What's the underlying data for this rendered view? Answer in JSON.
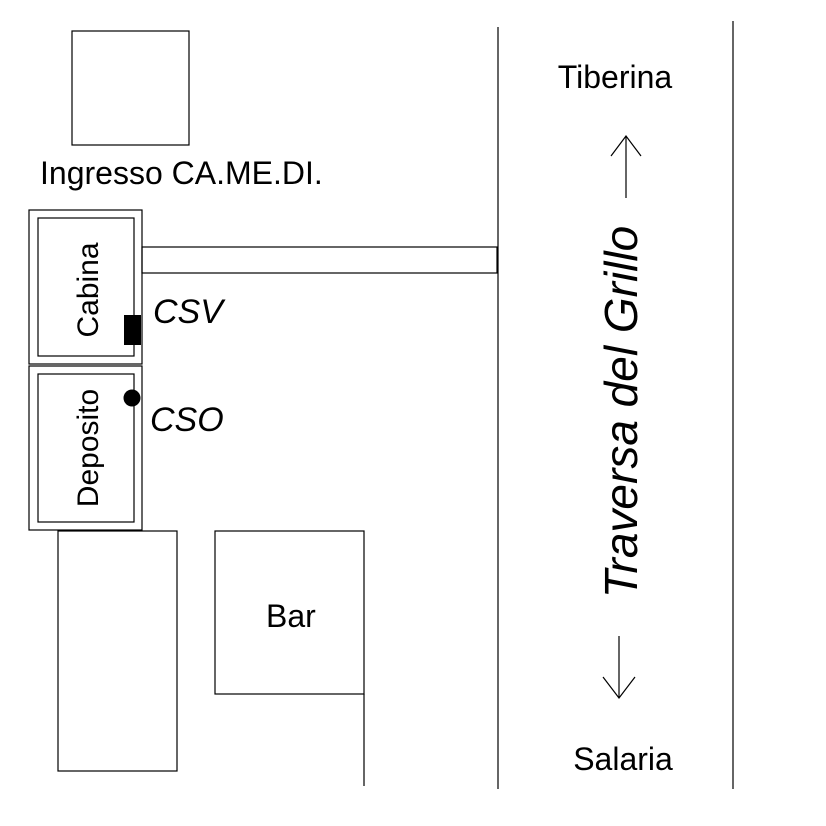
{
  "labels": {
    "entrance": "Ingresso CA.ME.DI.",
    "cabina": "Cabina",
    "deposito": "Deposito",
    "csv": "CSV",
    "cso": "CSO",
    "bar": "Bar",
    "street": "Traversa del Grillo",
    "north_dest": "Tiberina",
    "south_dest": "Salaria"
  },
  "colors": {
    "building_fill": "#e6e6e6",
    "outline": "#000000",
    "background": "#ffffff"
  },
  "icons": {
    "north_arrow": "arrow-up-icon",
    "south_arrow": "arrow-down-icon",
    "csv_marker": "filled-rectangle-marker",
    "cso_marker": "filled-circle-marker"
  }
}
